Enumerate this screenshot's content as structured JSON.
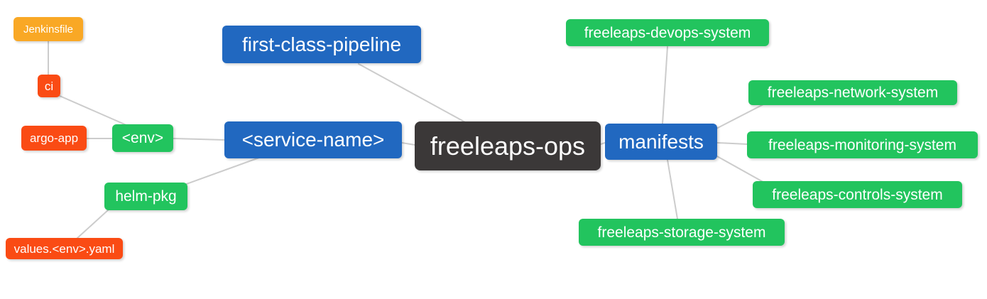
{
  "palette": {
    "root": "#3b3838",
    "level1": "#2168c0",
    "level2": "#22c45e",
    "level3": "#fa4b14",
    "level4": "#f9a825",
    "edge": "#cccccc",
    "text": "#ffffff",
    "background": "#ffffff"
  },
  "mindmap": {
    "type": "mindmap",
    "root_label": "freeleaps-ops",
    "nodes": {
      "root": {
        "label": "freeleaps-ops",
        "level": 0
      },
      "first_class_pipeline": {
        "label": "first-class-pipeline",
        "level": 1,
        "parent": "root"
      },
      "service_name": {
        "label": "<service-name>",
        "level": 1,
        "parent": "root"
      },
      "manifests": {
        "label": "manifests",
        "level": 1,
        "parent": "root"
      },
      "env": {
        "label": "<env>",
        "level": 2,
        "parent": "service_name"
      },
      "helm_pkg": {
        "label": "helm-pkg",
        "level": 2,
        "parent": "service_name"
      },
      "ci": {
        "label": "ci",
        "level": 3,
        "parent": "env"
      },
      "argo_app": {
        "label": "argo-app",
        "level": 3,
        "parent": "env"
      },
      "jenkinsfile": {
        "label": "Jenkinsfile",
        "level": 4,
        "parent": "ci"
      },
      "values_env_yaml": {
        "label": "values.<env>.yaml",
        "level": 3,
        "parent": "helm_pkg"
      },
      "devops_system": {
        "label": "freeleaps-devops-system",
        "level": 2,
        "parent": "manifests"
      },
      "network_system": {
        "label": "freeleaps-network-system",
        "level": 2,
        "parent": "manifests"
      },
      "monitoring_system": {
        "label": "freeleaps-monitoring-system",
        "level": 2,
        "parent": "manifests"
      },
      "controls_system": {
        "label": "freeleaps-controls-system",
        "level": 2,
        "parent": "manifests"
      },
      "storage_system": {
        "label": "freeleaps-storage-system",
        "level": 2,
        "parent": "manifests"
      }
    }
  }
}
